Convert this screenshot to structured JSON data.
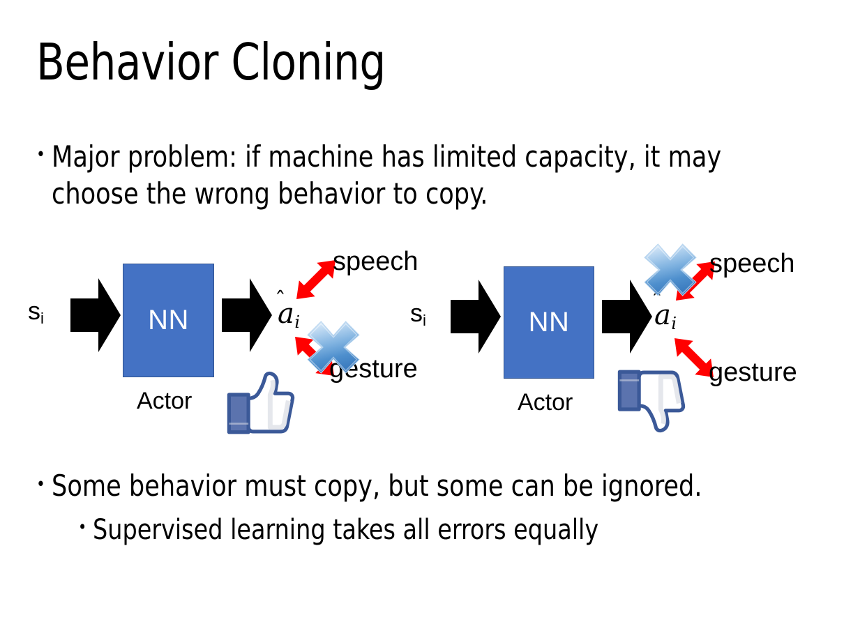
{
  "slide": {
    "title": "Behavior Cloning",
    "background_color": "#FFFFFF",
    "text_color": "#000000"
  },
  "bullets": {
    "top": {
      "marker": "•",
      "text": "Major problem: if machine has limited capacity, it may choose the wrong behavior to copy."
    },
    "bottom": [
      {
        "marker": "•",
        "text": "Some behavior must copy, but some can be ignored."
      },
      {
        "marker": "•",
        "text": "Supervised learning takes all errors equally"
      }
    ]
  },
  "colors": {
    "nn_box_fill": "#4472C4",
    "nn_box_border": "#2F528F",
    "nn_label": "#FFFFFF",
    "arrow_black": "#000000",
    "arrow_red": "#FF0000",
    "cross_blue_light": "#CFE2F7",
    "cross_blue_mid": "#6FA8DC",
    "cross_blue_dark": "#3D7DC0",
    "thumb_outline": "#3B5998",
    "thumb_cuff": "#5B73AE",
    "thumb_fill": "#FFFFFF",
    "thumb_shade": "#E4E6EB"
  },
  "diagrams": [
    {
      "id": "left-diagram",
      "input_label": "s",
      "input_subscript": "i",
      "box_label": "NN",
      "box_caption": "Actor",
      "output_label": "a",
      "output_subscript": "i",
      "output_accent": "hat",
      "branches": [
        {
          "name": "speech",
          "label": "speech",
          "direction": "up-right",
          "crossed": false
        },
        {
          "name": "gesture",
          "label": "gesture",
          "direction": "down-right",
          "crossed": true
        }
      ],
      "verdict_icon": "thumbs-up-icon",
      "verdict": "thumbs-up"
    },
    {
      "id": "right-diagram",
      "input_label": "s",
      "input_subscript": "i",
      "box_label": "NN",
      "box_caption": "Actor",
      "output_label": "a",
      "output_subscript": "i",
      "output_accent": "hat",
      "branches": [
        {
          "name": "speech",
          "label": "speech",
          "direction": "up-right",
          "crossed": true
        },
        {
          "name": "gesture",
          "label": "gesture",
          "direction": "down-right",
          "crossed": false
        }
      ],
      "verdict_icon": "thumbs-down-icon",
      "verdict": "thumbs-down"
    }
  ]
}
